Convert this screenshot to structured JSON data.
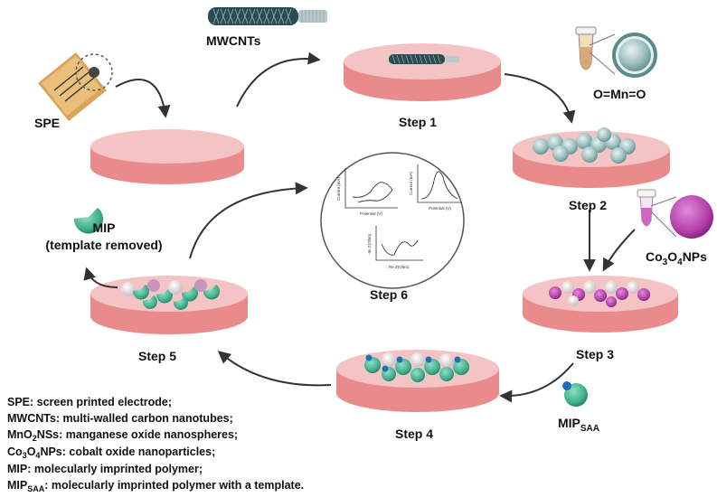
{
  "labels": {
    "spe": "SPE",
    "mwcnts": "MWCNTs",
    "omno": "O=Mn=O",
    "co3o4_a": "Co",
    "co3o4_s1": "3",
    "co3o4_b": "O",
    "co3o4_s2": "4",
    "co3o4_c": "NPs",
    "mip_line1": "MIP",
    "mip_line2": "(template removed)",
    "mipsaa_main": "MIP",
    "mipsaa_sub": "SAA"
  },
  "steps": {
    "step1": "Step 1",
    "step2": "Step 2",
    "step3": "Step 3",
    "step4": "Step 4",
    "step5": "Step 5",
    "step6": "Step 6"
  },
  "plots": {
    "cv_xlabel": "Potential (V)",
    "cv_ylabel": "Current (mA)",
    "dpv_xlabel": "Potential (V)",
    "dpv_ylabel": "Current (mA)",
    "eis_xlabel": "Re Z(Ohm)",
    "eis_ylabel": "-Im Z(Ohm)"
  },
  "legend": {
    "row1": "SPE: screen printed electrode;",
    "row2": "MWCNTs: multi-walled carbon nanotubes;",
    "row3_a": "MnO",
    "row3_s": "2",
    "row3_b": "NSs: manganese oxide nanospheres;",
    "row4_a": "Co",
    "row4_s1": "3",
    "row4_b": "O",
    "row4_s2": "4",
    "row4_c": "NPs: cobalt oxide nanoparticles;",
    "row5": "MIP: molecularly imprinted polymer;",
    "row6_a": "MIP",
    "row6_s": "SAA",
    "row6_b": ": molecularly imprinted polymer with a template."
  },
  "colors": {
    "disk_top": "#f4c4c4",
    "disk_side": "#e98b8b",
    "mno2": "#8fb5b4",
    "co3o4": "#b23fa8",
    "mip": "#3fae8c",
    "template": "#1e6fb8",
    "cnt": "#2b4d52"
  }
}
